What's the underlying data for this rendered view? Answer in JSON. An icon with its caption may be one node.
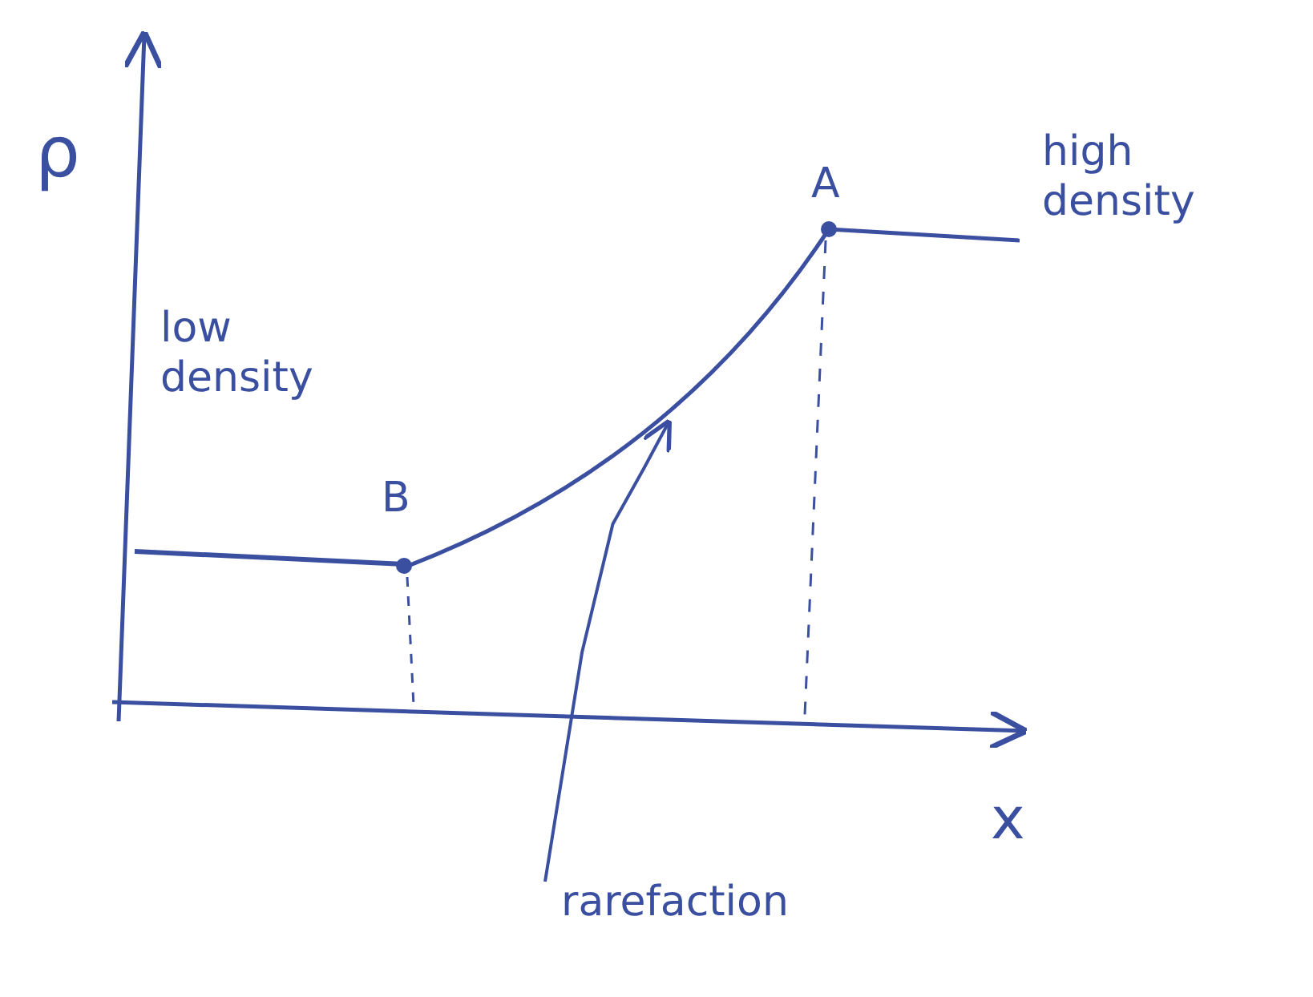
{
  "diagram": {
    "nodes": [
      {
        "text": [
          "rarefaction"
        ]
      },
      {
        "text": [],
        "shape": "curve"
      }
    ],
    "edges": [
      {
        "from": 0,
        "to": 1,
        "arrow": "to"
      }
    ],
    "labels": [
      "ρ",
      "low density",
      "B",
      "A",
      "high density",
      "x"
    ]
  }
}
